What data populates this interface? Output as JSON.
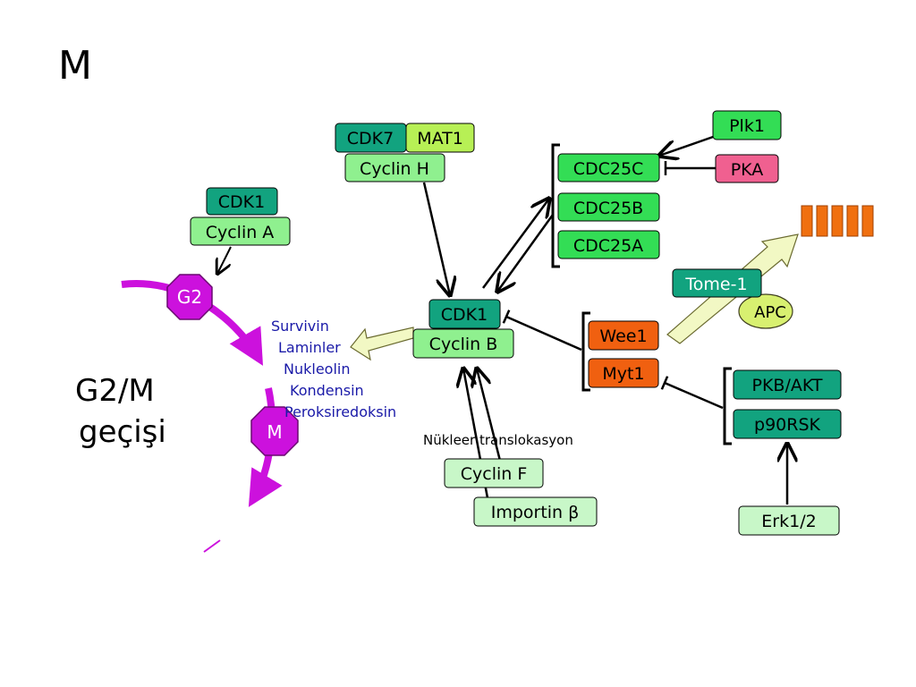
{
  "slide": {
    "title": "M",
    "subtitle_line1": "G2/M",
    "subtitle_line2": "geçişi"
  },
  "cycle": {
    "g2_label": "G2",
    "m_label": "M",
    "arc_color": "#cc11dd"
  },
  "boxes": {
    "cdk1_a": "CDK1",
    "cyclin_a": "Cyclin A",
    "cdk7": "CDK7",
    "mat1": "MAT1",
    "cyclin_h": "Cyclin H",
    "cdk1_b": "CDK1",
    "cyclin_b": "Cyclin B",
    "cdc25c": "CDC25C",
    "cdc25b": "CDC25B",
    "cdc25a": "CDC25A",
    "plk1": "Plk1",
    "pka": "PKA",
    "tome1": "Tome-1",
    "apc": "APC",
    "wee1": "Wee1",
    "myt1": "Myt1",
    "pkb_akt": "PKB/AKT",
    "p90rsk": "p90RSK",
    "erk12": "Erk1/2",
    "cyclin_f": "Cyclin F",
    "importin": "Importin β"
  },
  "substrates": [
    "Survivin",
    "Laminler",
    "Nukleolin",
    "Kondensin",
    "Peroksiredoksin"
  ],
  "nuclear_label": "Nükleer translokasyon",
  "colors": {
    "dark_teal": "#12a37f",
    "light_green": "#8ff08f",
    "lime": "#b7f055",
    "pale_green": "#c8f7c8",
    "green": "#33dd55",
    "orange": "#f06010",
    "pink": "#f06090",
    "apc_yellow": "#d8f070",
    "bar_orange": "#f07010",
    "substrate_text": "#1a1aa8"
  }
}
